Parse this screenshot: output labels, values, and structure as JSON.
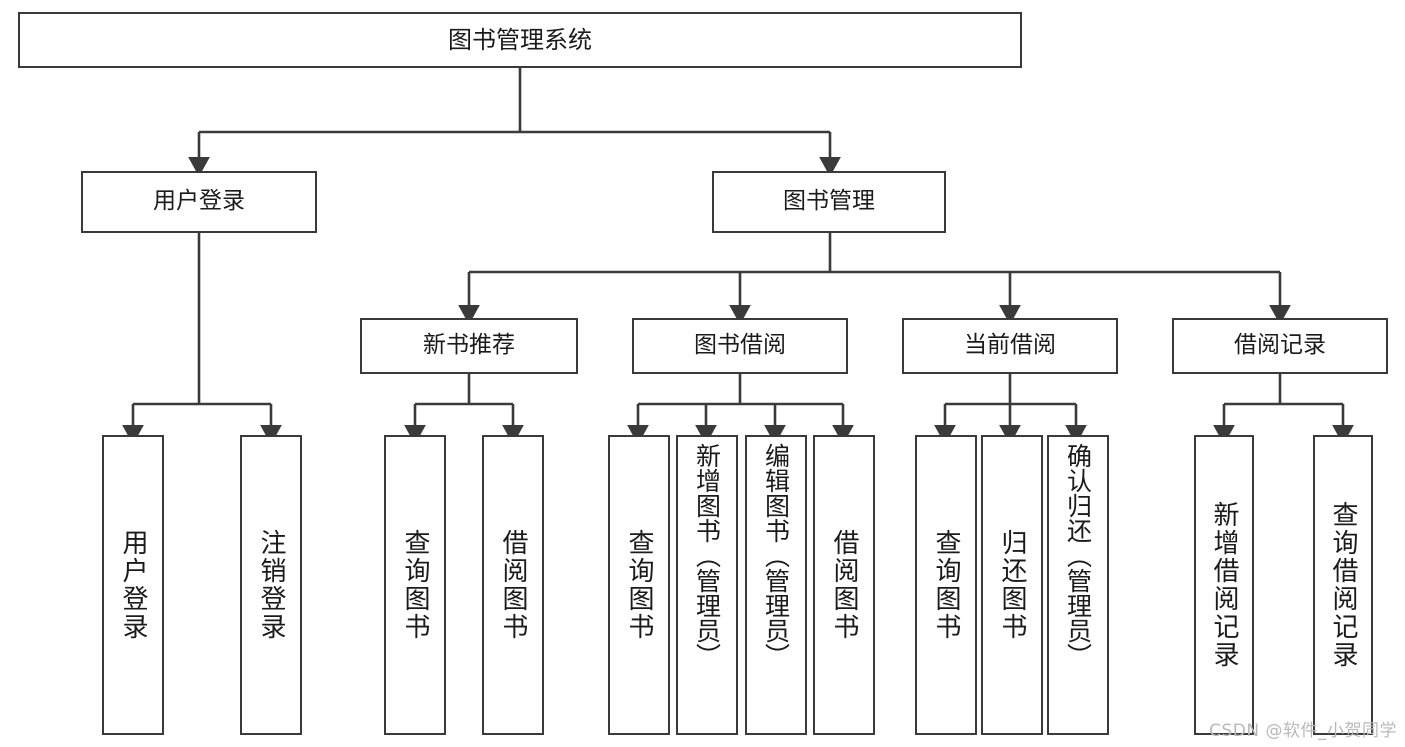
{
  "diagram": {
    "title": "图书管理系统",
    "type": "tree-hierarchy",
    "watermark": "CSDN @软件_小贺同学",
    "colors": {
      "background": "#ffffff",
      "box_border": "#3a3a3a",
      "box_fill": "#ffffff",
      "text": "#1b1b1b",
      "edge": "#3a3a3a",
      "watermark": "#b9b9b9"
    },
    "root": {
      "label": "图书管理系统"
    },
    "level1": [
      {
        "id": "user-login",
        "label": "用户登录"
      },
      {
        "id": "book-management",
        "label": "图书管理"
      }
    ],
    "level2": [
      {
        "id": "new-book-recommend",
        "label": "新书推荐",
        "parent": "book-management"
      },
      {
        "id": "book-borrow",
        "label": "图书借阅",
        "parent": "book-management"
      },
      {
        "id": "current-borrow",
        "label": "当前借阅",
        "parent": "book-management"
      },
      {
        "id": "borrow-record",
        "label": "借阅记录",
        "parent": "book-management"
      }
    ],
    "leaves": {
      "user_login": [
        {
          "id": "leaf-user-login",
          "label": "用户登录"
        },
        {
          "id": "leaf-logout-login",
          "label": "注销登录"
        }
      ],
      "new_book_recommend": [
        {
          "id": "leaf-query-book-1",
          "label": "查询图书"
        },
        {
          "id": "leaf-borrow-book-1",
          "label": "借阅图书"
        }
      ],
      "book_borrow": [
        {
          "id": "leaf-query-book-2",
          "label": "查询图书"
        },
        {
          "id": "leaf-add-book",
          "label": "新增图书（管理员）"
        },
        {
          "id": "leaf-edit-book",
          "label": "编辑图书（管理员）"
        },
        {
          "id": "leaf-borrow-book-2",
          "label": "借阅图书"
        }
      ],
      "current_borrow": [
        {
          "id": "leaf-query-book-3",
          "label": "查询图书"
        },
        {
          "id": "leaf-return-book",
          "label": "归还图书"
        },
        {
          "id": "leaf-confirm-return",
          "label": "确认归还（管理员）"
        }
      ],
      "borrow_record": [
        {
          "id": "leaf-add-record",
          "label": "新增借阅记录"
        },
        {
          "id": "leaf-query-record",
          "label": "查询借阅记录"
        }
      ]
    }
  }
}
